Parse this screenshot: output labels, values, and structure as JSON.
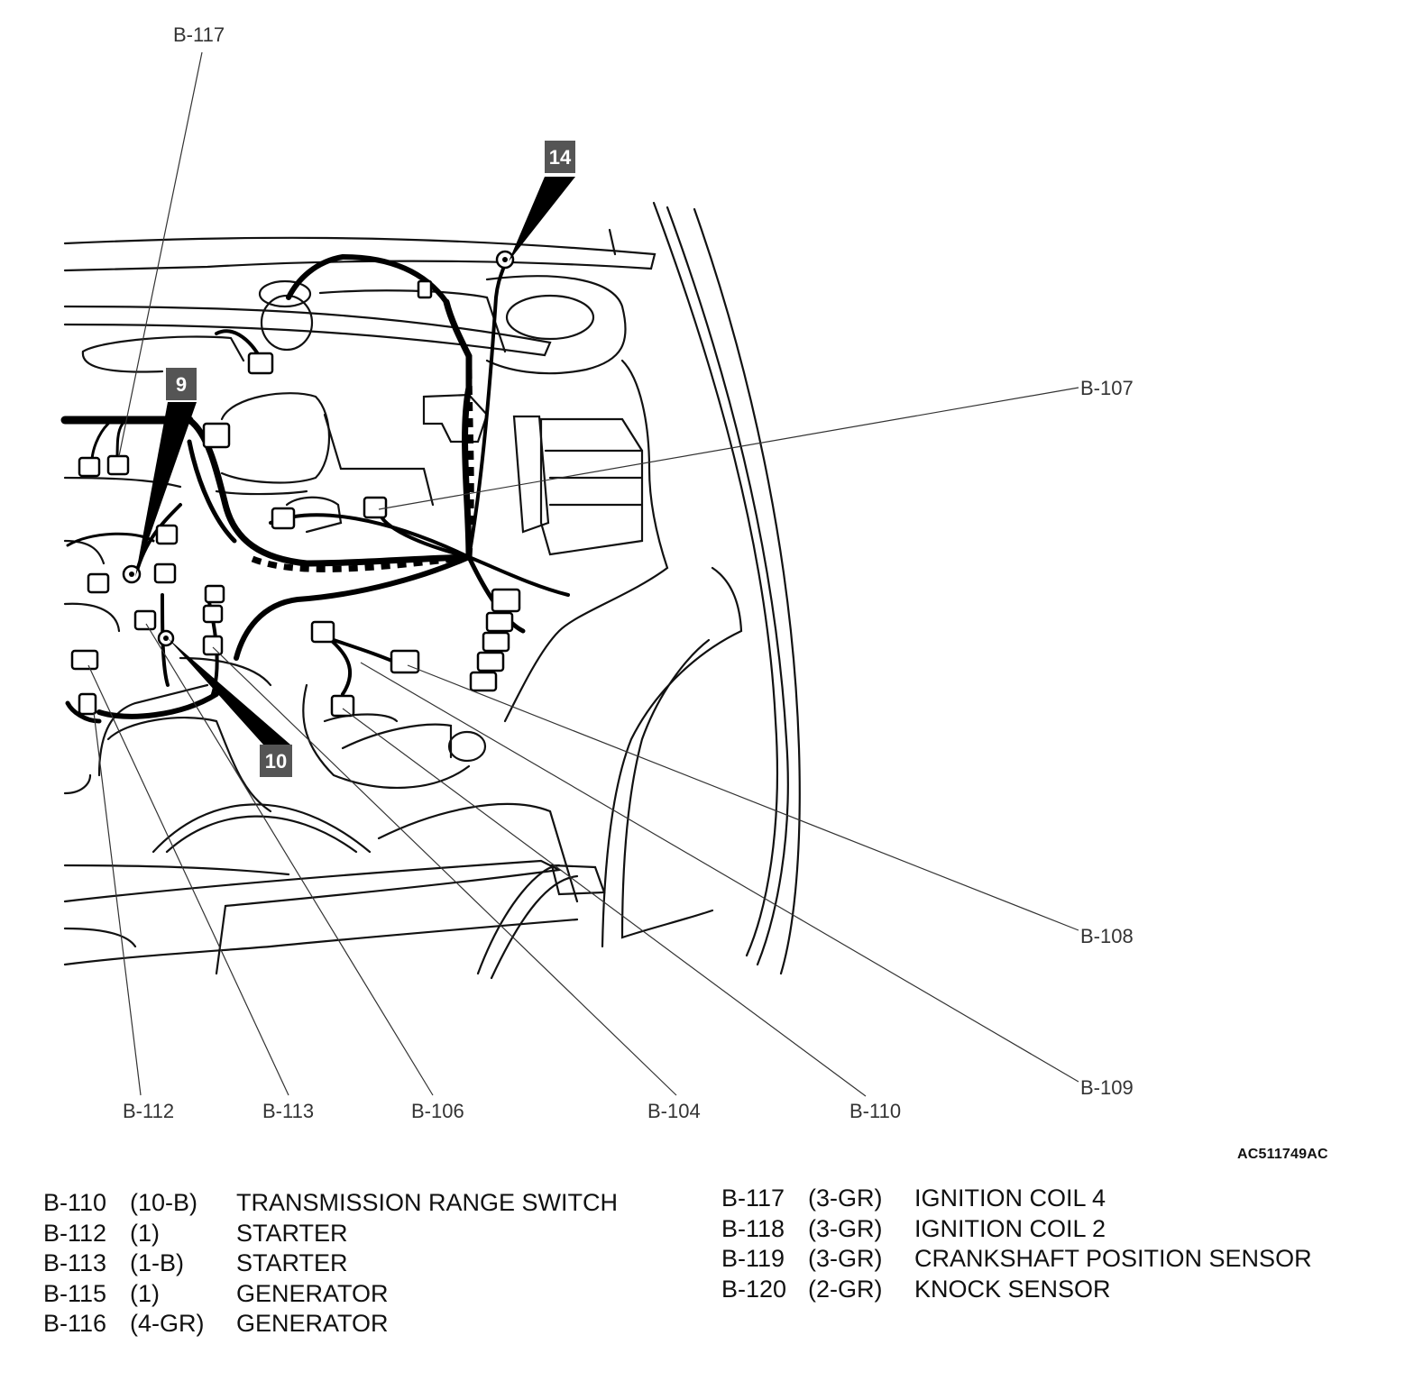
{
  "callouts": {
    "b117": "B-117",
    "b107": "B-107",
    "b108": "B-108",
    "b109": "B-109",
    "b112": "B-112",
    "b113": "B-113",
    "b106": "B-106",
    "b104": "B-104",
    "b110": "B-110"
  },
  "badges": {
    "n14": "14",
    "n9": "9",
    "n10": "10"
  },
  "figure_ref": "AC511749AC",
  "legend_left": [
    {
      "code": "B-110",
      "spec": "(10-B)",
      "name": "TRANSMISSION RANGE SWITCH"
    },
    {
      "code": "B-112",
      "spec": "(1)",
      "name": "STARTER"
    },
    {
      "code": "B-113",
      "spec": "(1-B)",
      "name": "STARTER"
    },
    {
      "code": "B-115",
      "spec": "(1)",
      "name": "GENERATOR"
    },
    {
      "code": "B-116",
      "spec": "(4-GR)",
      "name": "GENERATOR"
    }
  ],
  "legend_right": [
    {
      "code": "B-117",
      "spec": "(3-GR)",
      "name": "IGNITION COIL 4"
    },
    {
      "code": "B-118",
      "spec": "(3-GR)",
      "name": "IGNITION COIL 2"
    },
    {
      "code": "B-119",
      "spec": "(3-GR)",
      "name": "CRANKSHAFT POSITION SENSOR"
    },
    {
      "code": "B-120",
      "spec": "(2-GR)",
      "name": "KNOCK SENSOR"
    }
  ]
}
